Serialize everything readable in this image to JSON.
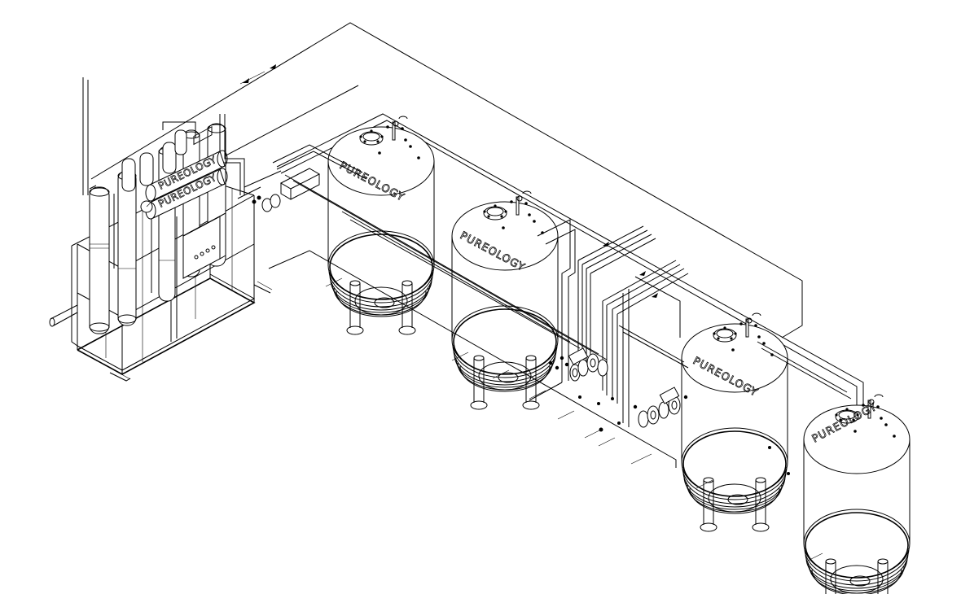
{
  "brand_label": "PUREOLOGY",
  "tanks": [
    {
      "id": "tank-1",
      "label": "PUREOLOGY"
    },
    {
      "id": "tank-2",
      "label": "PUREOLOGY"
    },
    {
      "id": "tank-3",
      "label": "PUREOLOGY"
    },
    {
      "id": "tank-4",
      "label": "PUREOLOGY"
    }
  ],
  "skid": {
    "label_upper": "PUREOLOGY",
    "label_lower": "PUREOLOGY"
  },
  "colors": {
    "line": "#000000",
    "background": "#ffffff"
  }
}
